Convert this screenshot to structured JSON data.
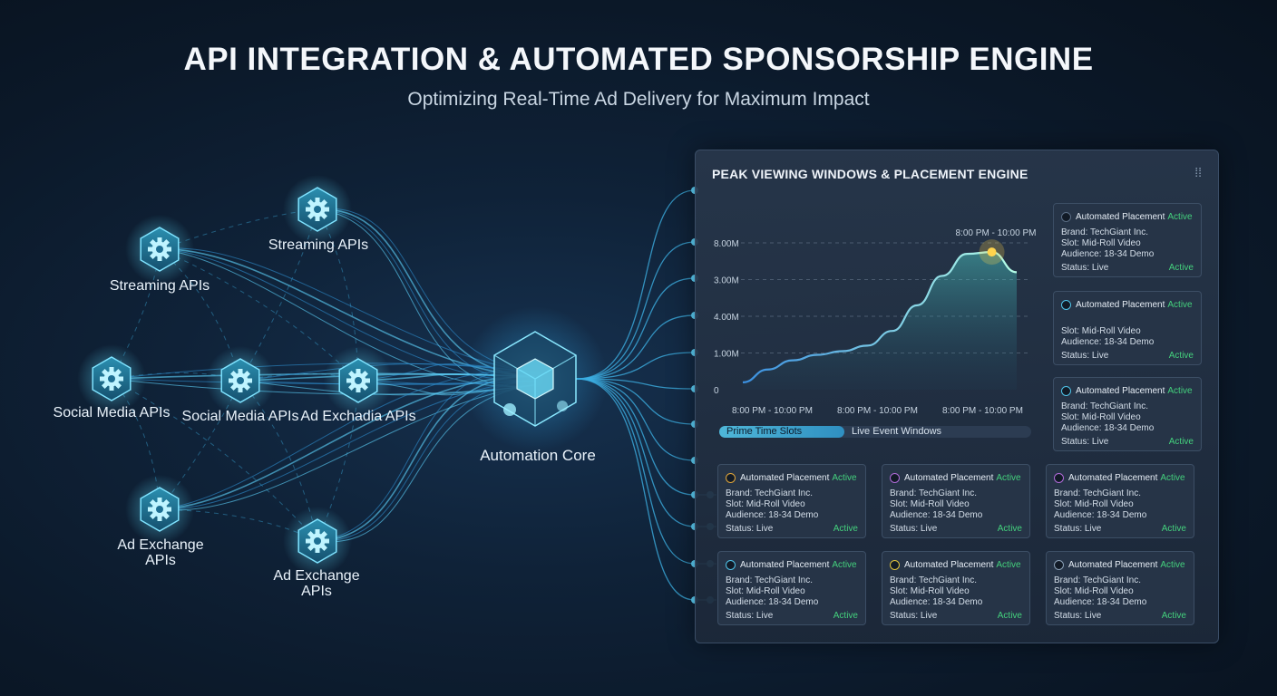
{
  "header": {
    "title": "API INTEGRATION & AUTOMATED SPONSORSHIP ENGINE",
    "subtitle": "Optimizing Real-Time Ad Delivery for Maximum Impact"
  },
  "nodes": [
    {
      "id": "streaming-1",
      "label": "Streaming APIs"
    },
    {
      "id": "streaming-2",
      "label": "Streaming APIs"
    },
    {
      "id": "social-1",
      "label": "Social Media APIs"
    },
    {
      "id": "social-2",
      "label": "Social Media APIs"
    },
    {
      "id": "adex-mid",
      "label": "Ad Exchadia APIs"
    },
    {
      "id": "adex-1",
      "label": "Ad Exchange APIs"
    },
    {
      "id": "adex-2",
      "label": "Ad Exchange APIs"
    }
  ],
  "core": {
    "label": "Automation Core"
  },
  "panel": {
    "title": "PEAK VIEWING WINDOWS & PLACEMENT ENGINE",
    "menu_icon": "grip-icon"
  },
  "chart_data": {
    "type": "area",
    "title": "",
    "y_tick_labels": [
      "8.00M",
      "3.00M",
      "4.00M",
      "1.00M",
      "0"
    ],
    "x_tick_labels": [
      "8:00 PM - 10:00 PM",
      "8:00 PM - 10:00 PM",
      "8:00 PM - 10:00 PM"
    ],
    "peak_label": "8:00 PM - 10:00 PM",
    "series": [
      {
        "values": [
          0.2,
          0.55,
          0.8,
          0.95,
          1.05,
          1.2,
          1.6,
          2.3,
          3.1,
          3.7,
          3.75,
          3.2
        ]
      }
    ],
    "y_positions": [
      4,
      3,
      2,
      1,
      0
    ],
    "ylim": [
      0,
      4
    ],
    "grid": true
  },
  "slots": {
    "primary": "Prime Time Slots",
    "secondary": "Live Event Windows",
    "fill_fraction": 0.4
  },
  "card_labels": {
    "header": "Automated Placement",
    "active": "Active",
    "status": "Status: Live",
    "status_value": "Active"
  },
  "cards": [
    {
      "lines": [
        "Brand: TechGiant Inc.",
        "Slot: Mid-Roll Video",
        "Audience: 18-34 Demo"
      ]
    },
    {
      "lines": [
        "",
        "Slot: Mid-Roll Video",
        "Audience: 18-34 Demo"
      ]
    },
    {
      "lines": [
        "Brand: TechGiant Inc.",
        "Slot: Mid-Roll Video",
        "Audience: 18-34 Demo"
      ]
    },
    {
      "lines": [
        "Brand: TechGiant Inc.",
        "Slot: Mid-Roll Video",
        "Audience: 18-34 Demo"
      ]
    },
    {
      "lines": [
        "Brand: TechGiant Inc.",
        "Slot: Mid-Roll Video",
        "Audience: 18-34 Demo"
      ]
    },
    {
      "lines": [
        "Brand: TechGiant Inc.",
        "Slot: Mid-Roll Video",
        "Audience: 18-34 Demo"
      ]
    },
    {
      "lines": [
        "Brand: TechGiant Inc.",
        "Slot: Mid-Roll Video",
        "Audience: 18-34 Demo"
      ]
    },
    {
      "lines": [
        "Brand: TechGiant Inc.",
        "Slot: Mid-Roll Video",
        "Audience: 18-34 Demo"
      ]
    },
    {
      "lines": [
        "Brand: TechGiant Inc.",
        "Slot: Mid-Roll Video",
        "Audience: 18-34 Demo"
      ]
    }
  ],
  "colors": {
    "accent": "#4fc3e8",
    "active": "#44d17d",
    "peak": "#ffd34d"
  }
}
